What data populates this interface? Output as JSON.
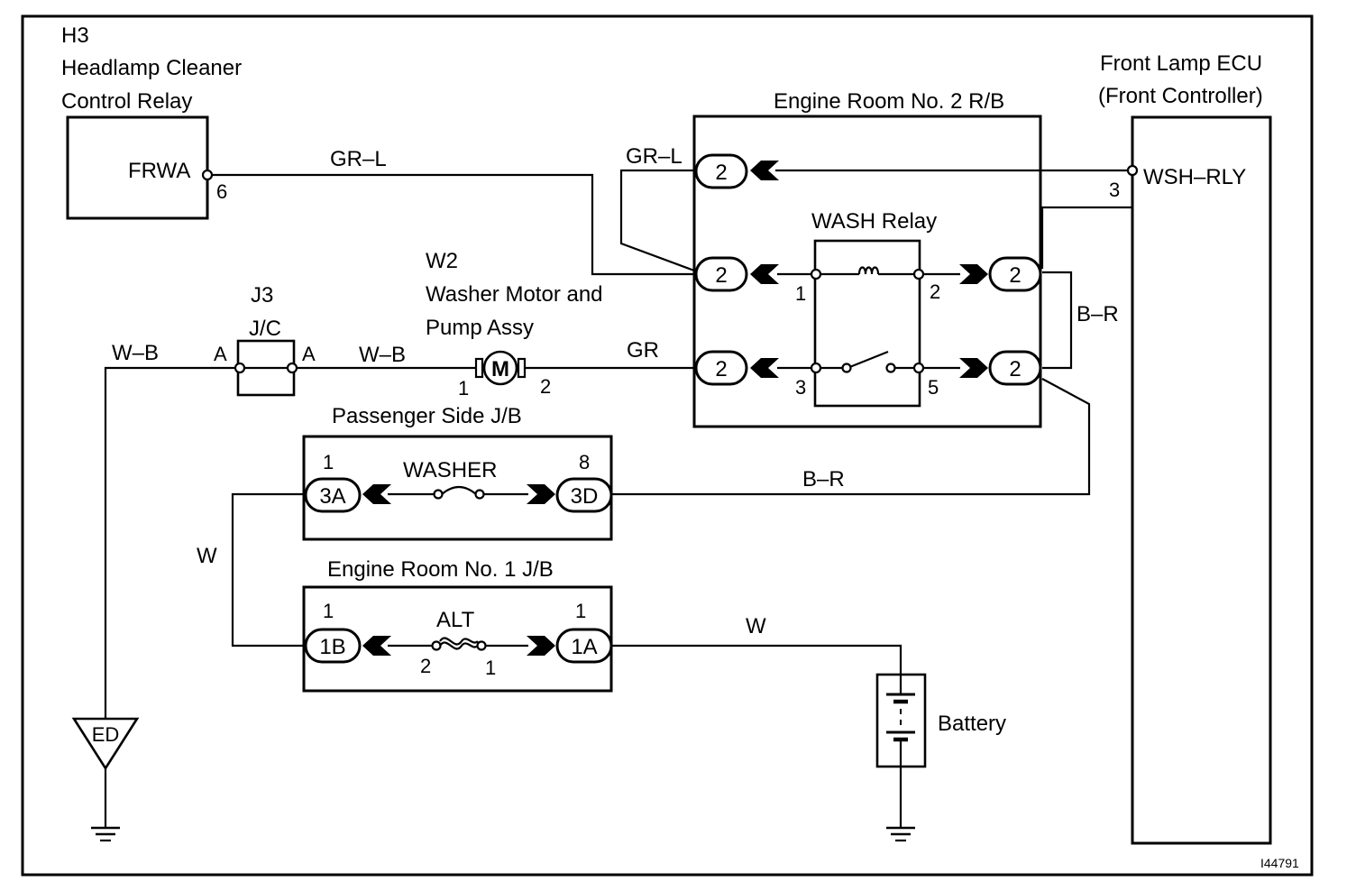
{
  "components": {
    "h3": {
      "code": "H3",
      "name_line1": "Headlamp Cleaner",
      "name_line2": "Control Relay",
      "pin_name": "FRWA",
      "pin_no": "6"
    },
    "ecu": {
      "name_line1": "Front Lamp ECU",
      "name_line2": "(Front Controller)",
      "pin_name": "WSH–RLY",
      "pin_no": "3"
    },
    "er2": {
      "name": "Engine Room No. 2 R/B",
      "conn": "2"
    },
    "wash_relay": {
      "name": "WASH Relay",
      "pins": [
        "1",
        "2",
        "3",
        "5"
      ]
    },
    "j3": {
      "code": "J3",
      "name": "J/C",
      "pin": "A"
    },
    "w2": {
      "code": "W2",
      "name_line1": "Washer Motor and",
      "name_line2": "Pump Assy",
      "symbol": "M",
      "pin1": "1",
      "pin2": "2"
    },
    "passenger_jb": {
      "name": "Passenger Side J/B",
      "left_conn": "3A",
      "left_pin": "1",
      "right_conn": "3D",
      "right_pin": "8",
      "fuse": "WASHER"
    },
    "er1": {
      "name": "Engine Room No. 1 J/B",
      "left_conn": "1B",
      "left_pin": "1",
      "right_conn": "1A",
      "right_pin": "1",
      "fuse": "ALT",
      "fuse_pin_left": "2",
      "fuse_pin_right": "1"
    },
    "battery": {
      "name": "Battery"
    },
    "ground": {
      "label": "ED"
    }
  },
  "wires": {
    "gr_l": "GR–L",
    "w_b": "W–B",
    "gr": "GR",
    "b_r": "B–R",
    "w": "W"
  },
  "figure_id": "I44791"
}
